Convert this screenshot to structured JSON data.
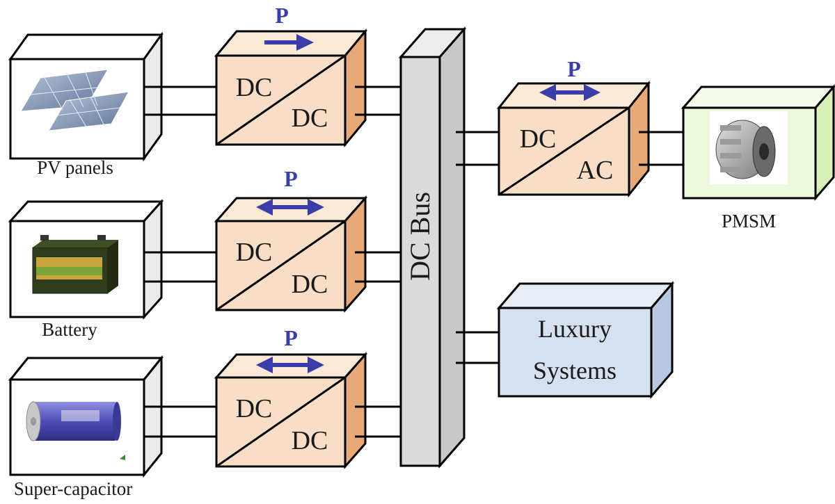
{
  "sources": [
    {
      "label": "PV panels",
      "icon": "solar-panel-icon"
    },
    {
      "label": "Battery",
      "icon": "car-battery-icon"
    },
    {
      "label": "Super-capacitor",
      "icon": "supercapacitor-icon"
    }
  ],
  "converters": [
    {
      "top": "DC",
      "bottom": "DC",
      "flow_label": "P",
      "flow": "unidirectional"
    },
    {
      "top": "DC",
      "bottom": "DC",
      "flow_label": "P",
      "flow": "bidirectional"
    },
    {
      "top": "DC",
      "bottom": "DC",
      "flow_label": "P",
      "flow": "bidirectional"
    }
  ],
  "bus": {
    "label": "DC Bus"
  },
  "inverter": {
    "top": "DC",
    "bottom": "AC",
    "flow_label": "P",
    "flow": "bidirectional"
  },
  "motor": {
    "label": "PMSM",
    "icon": "motor-icon"
  },
  "luxury": {
    "line1": "Luxury",
    "line2": "Systems"
  },
  "colors": {
    "converter_front": "#f8dec6",
    "converter_side": "#e8a979",
    "bus": "#dadada",
    "luxury": "#d5e1f0",
    "motor": "#edf9dc",
    "arrow": "#3b3ea8"
  }
}
